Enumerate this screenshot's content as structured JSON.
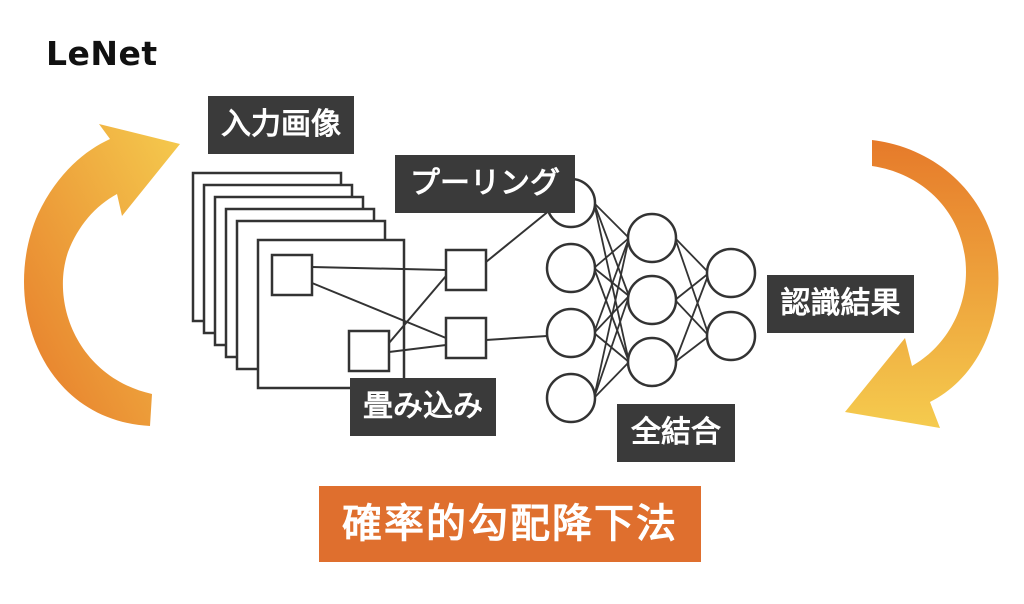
{
  "title": "LeNet",
  "labels": {
    "input_image": "入力画像",
    "pooling": "プーリング",
    "convolution": "畳み込み",
    "fully_connected": "全結合",
    "recognition_result": "認識結果"
  },
  "banner": "確率的勾配降下法",
  "colors": {
    "label_bg": "#3a3a3a",
    "banner_bg": "#df6f2e",
    "arrow_light": "#f5cb4e",
    "arrow_dark": "#e67a2a",
    "stroke": "#333333"
  },
  "icons": {
    "left_arrow": "curved-up-arrow-icon",
    "right_arrow": "curved-down-arrow-icon"
  }
}
